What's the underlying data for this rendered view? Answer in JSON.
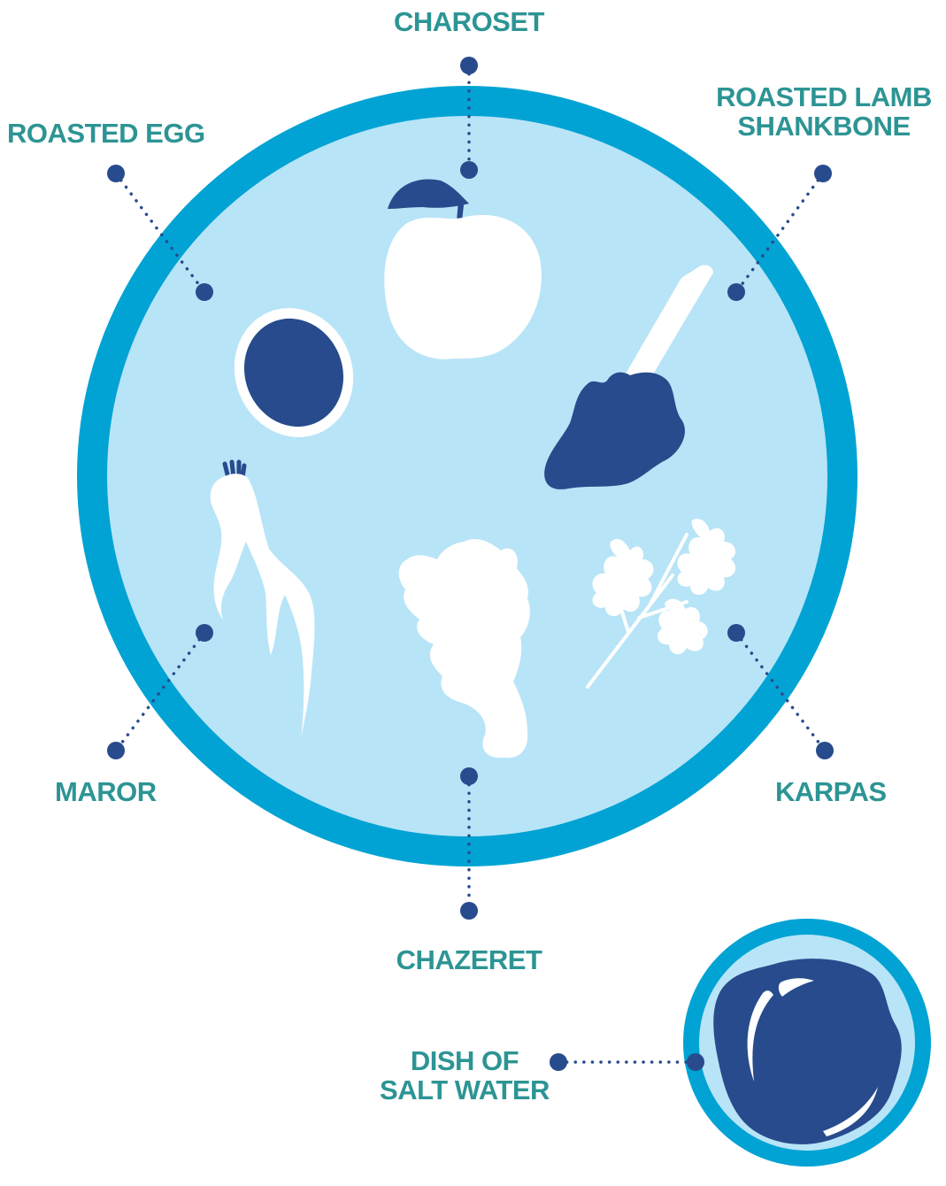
{
  "labels": {
    "charoset": "CHAROSET",
    "roasted_egg": "ROASTED EGG",
    "roasted_lamb_line1": "ROASTED LAMB",
    "roasted_lamb_line2": "SHANKBONE",
    "maror": "MAROR",
    "karpas": "KARPAS",
    "chazeret": "CHAZERET",
    "salt_water_line1": "DISH OF",
    "salt_water_line2": "SALT WATER"
  },
  "colors": {
    "plate_rim": "#00a3d4",
    "plate_fill": "#b8e4f7",
    "dark_blue": "#274b8c",
    "label_teal": "#2d9494",
    "white": "#ffffff"
  },
  "icons": [
    "apple-icon",
    "egg-icon",
    "lamb-shankbone-icon",
    "horseradish-icon",
    "lettuce-icon",
    "parsley-icon",
    "salt-water-icon"
  ]
}
